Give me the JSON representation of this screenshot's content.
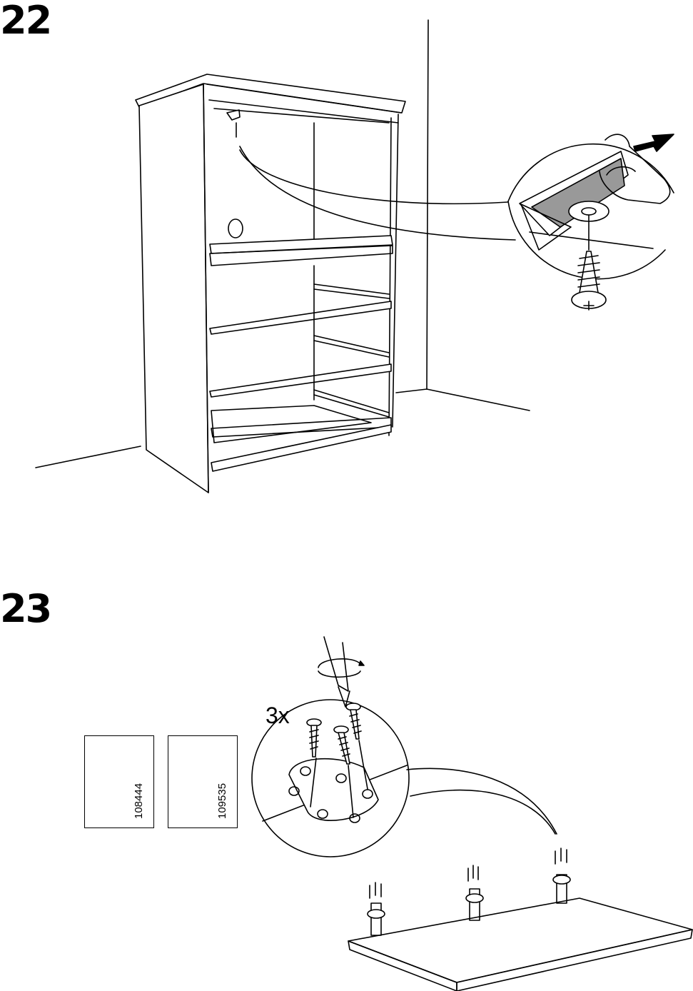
{
  "steps": [
    {
      "number": "22"
    },
    {
      "number": "23"
    }
  ],
  "step23": {
    "quantity": "3x",
    "parts": [
      {
        "code": "108444",
        "status": "correct"
      },
      {
        "code": "109535",
        "status": "wrong"
      }
    ]
  },
  "colors": {
    "ink": "#000000",
    "paper": "#ffffff",
    "hatch": "#555555"
  }
}
